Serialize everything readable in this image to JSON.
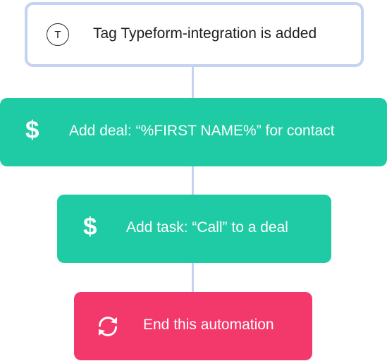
{
  "trigger": {
    "badge": "T",
    "label": "Tag Typeform-integration is added"
  },
  "steps": [
    {
      "icon": "dollar-icon",
      "symbol": "$",
      "label": "Add deal: “%FIRST NAME%” for contact"
    },
    {
      "icon": "dollar-icon",
      "symbol": "$",
      "label": "Add task: “Call” to a deal"
    }
  ],
  "end": {
    "icon": "refresh-icon",
    "label": "End this automation"
  },
  "colors": {
    "connector": "#c5d2f2",
    "action": "#1ecba4",
    "end": "#f3386c"
  }
}
